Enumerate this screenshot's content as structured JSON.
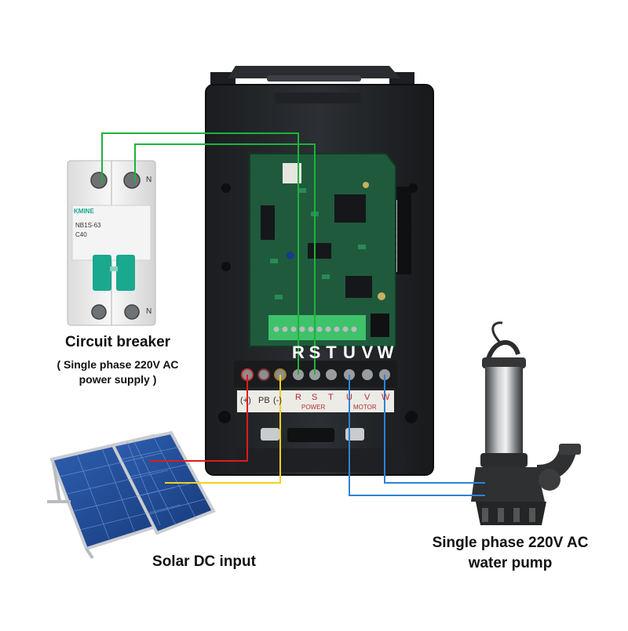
{
  "breaker": {
    "title": "Circuit breaker",
    "subtitle_line1": "( Single phase 220V AC",
    "subtitle_line2": "power supply )",
    "brand": "KMINE",
    "model": "NB1S-63",
    "rating": "C40",
    "neutral_top": "N",
    "neutral_bottom": "N"
  },
  "solar": {
    "label": "Solar DC input"
  },
  "pump": {
    "label_line1": "Single phase 220V AC",
    "label_line2": "water pump"
  },
  "inverter": {
    "terminal_letters": [
      "R",
      "S",
      "T",
      "U",
      "V",
      "W"
    ],
    "strip_labels": [
      "(+)",
      "PB",
      "(-)",
      "R",
      "S",
      "T",
      "U",
      "V",
      "W"
    ],
    "group_power": "POWER",
    "group_motor": "MOTOR"
  },
  "wire_colors": {
    "ac_input": "#1db33a",
    "dc_positive": "#e01b1b",
    "dc_negative": "#f0d21e",
    "motor": "#2f82d6"
  }
}
